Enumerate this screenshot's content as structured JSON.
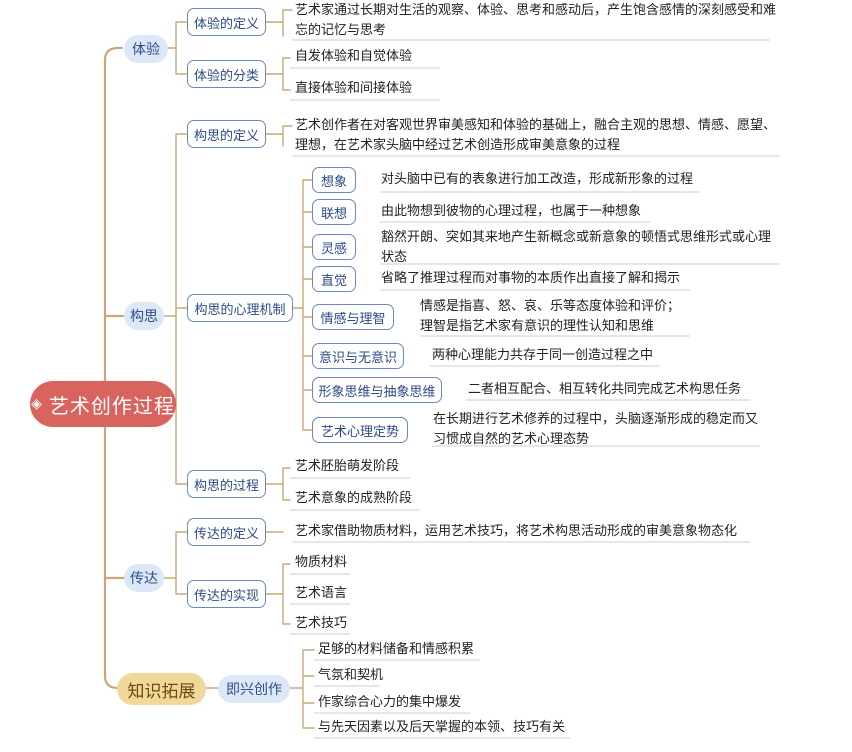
{
  "root": {
    "icon": "diamond-icon",
    "label": "艺术创作过程"
  },
  "tiyan": {
    "label": "体验",
    "def": {
      "label": "体验的定义",
      "text": "艺术家通过长期对生活的观察、体验、思考和感动后，产生饱含感情的深刻感受和难忘的记忆与思考"
    },
    "cls": {
      "label": "体验的分类",
      "items": [
        "自发体验和自觉体验",
        "直接体验和间接体验"
      ]
    }
  },
  "gousi": {
    "label": "构思",
    "def": {
      "label": "构思的定义",
      "text": "艺术创作者在对客观世界审美感知和体验的基础上，融合主观的思想、情感、愿望、理想，在艺术家头脑中经过艺术创造形成审美意象的过程"
    },
    "mech": {
      "label": "构思的心理机制",
      "items": [
        {
          "label": "想象",
          "text": "对头脑中已有的表象进行加工改造，形成新形象的过程"
        },
        {
          "label": "联想",
          "text": "由此物想到彼物的心理过程，也属于一种想象"
        },
        {
          "label": "灵感",
          "text": "豁然开朗、突如其来地产生新概念或新意象的顿悟式思维形式或心理状态"
        },
        {
          "label": "直觉",
          "text": "省略了推理过程而对事物的本质作出直接了解和揭示"
        },
        {
          "label": "情感与理智",
          "text": "情感是指喜、怒、哀、乐等态度体验和评价；理智是指艺术家有意识的理性认知和思维"
        },
        {
          "label": "意识与无意识",
          "text": "两种心理能力共存于同一创造过程之中"
        },
        {
          "label": "形象思维与抽象思维",
          "text": "二者相互配合、相互转化共同完成艺术构思任务"
        },
        {
          "label": "艺术心理定势",
          "text": "在长期进行艺术修养的过程中，头脑逐渐形成的稳定而又习惯成自然的艺术心理态势"
        }
      ]
    },
    "proc": {
      "label": "构思的过程",
      "items": [
        "艺术胚胎萌发阶段",
        "艺术意象的成熟阶段"
      ]
    }
  },
  "chuanda": {
    "label": "传达",
    "def": {
      "label": "传达的定义",
      "text": "艺术家借助物质材料，运用艺术技巧，将艺术构思活动形成的审美意象物态化"
    },
    "real": {
      "label": "传达的实现",
      "items": [
        "物质材料",
        "艺术语言",
        "艺术技巧"
      ]
    }
  },
  "zhishi": {
    "label": "知识拓展",
    "sub": {
      "label": "即兴创作",
      "items": [
        "足够的材料储备和情感积累",
        "气氛和契机",
        "作家综合心力的集中爆发",
        "与先天因素以及后天掌握的本领、技巧有关"
      ]
    }
  },
  "colors": {
    "root": "#d9645d",
    "wire": "#c9a877",
    "pill": "#dce7f8",
    "gold": "#f0d89a",
    "box_border": "#6c88bf"
  }
}
